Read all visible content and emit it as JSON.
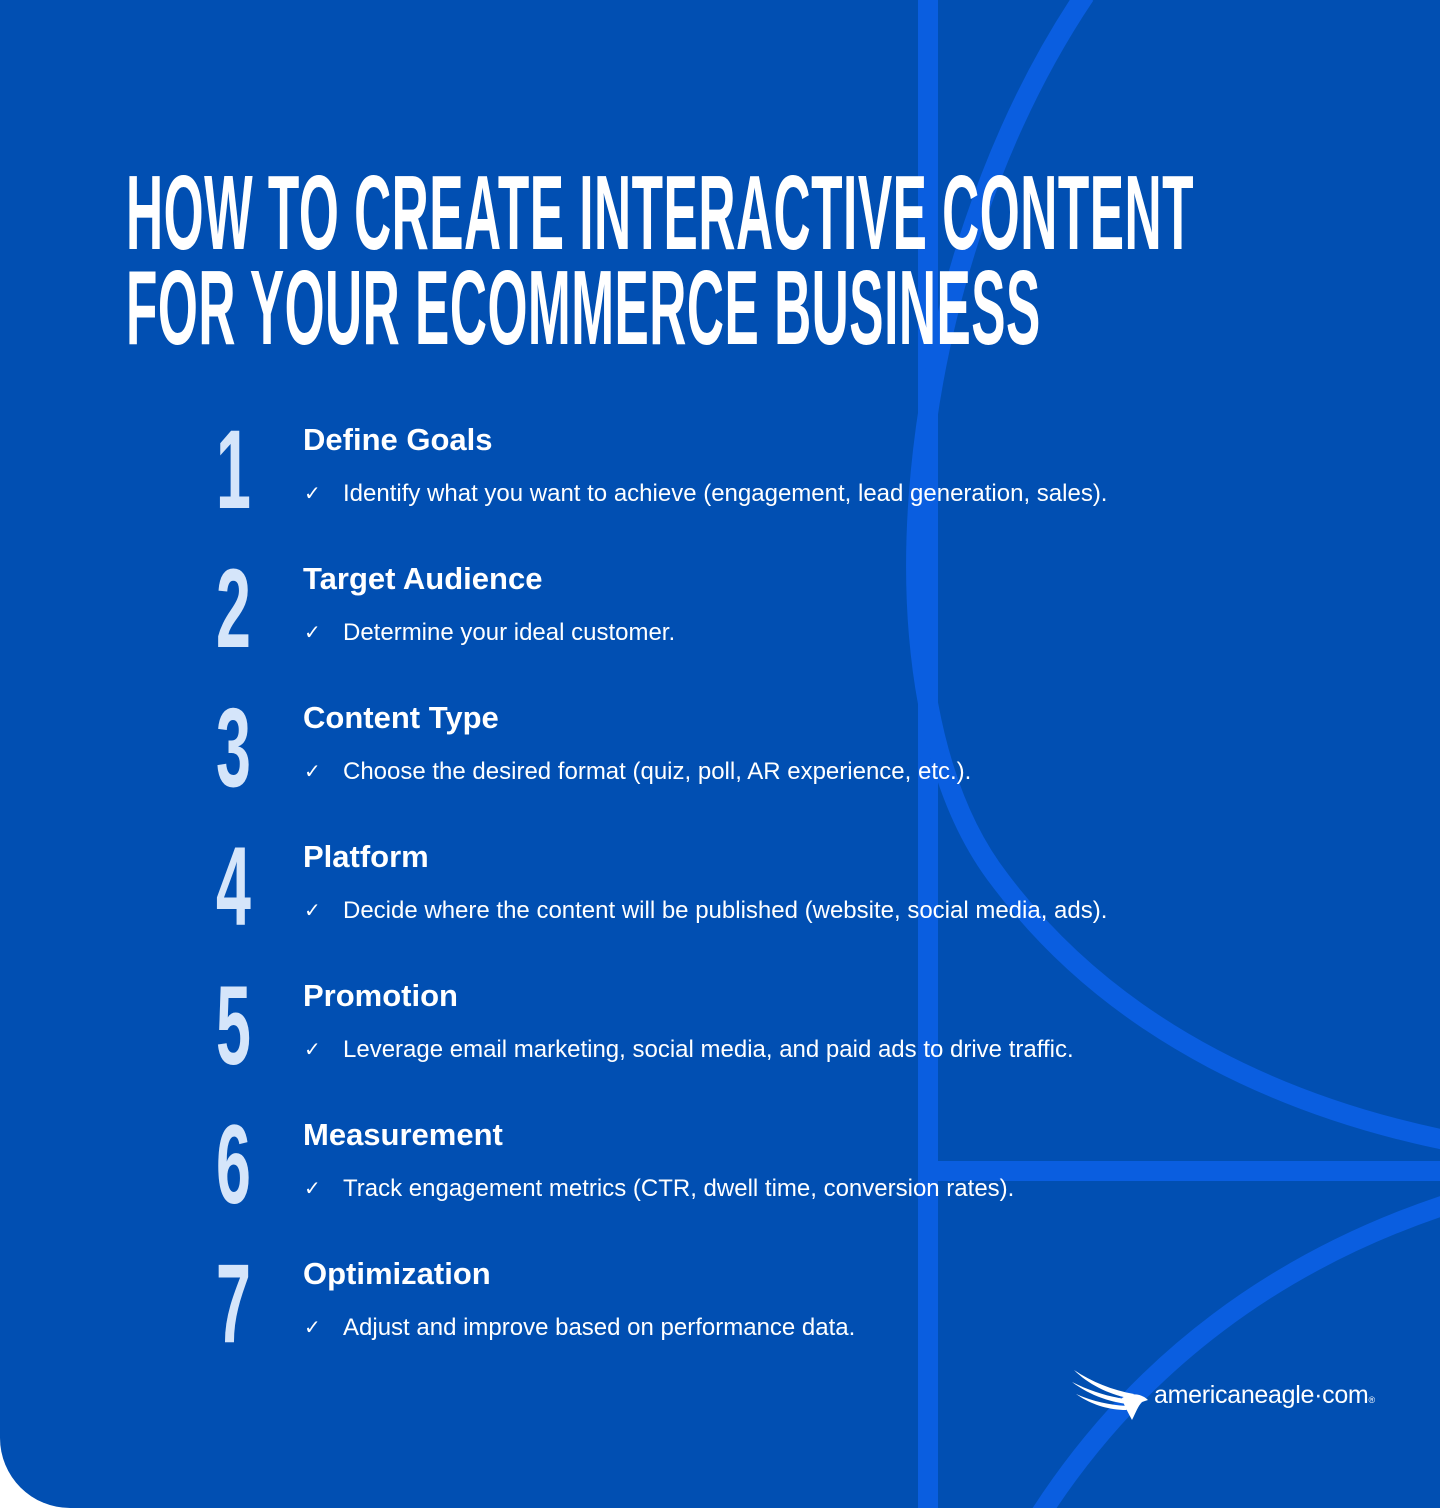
{
  "title": {
    "line1": "HOW TO CREATE INTERACTIVE CONTENT",
    "line2": "FOR YOUR ECOMMERCE BUSINESS"
  },
  "steps": [
    {
      "number": "1",
      "heading": "Define Goals",
      "text": "Identify what you want to achieve (engagement, lead generation, sales)."
    },
    {
      "number": "2",
      "heading": "Target Audience",
      "text": "Determine your ideal customer."
    },
    {
      "number": "3",
      "heading": "Content Type",
      "text": "Choose the desired format (quiz, poll, AR experience, etc.)."
    },
    {
      "number": "4",
      "heading": "Platform",
      "text": "Decide where the content will be published (website, social media, ads)."
    },
    {
      "number": "5",
      "heading": "Promotion",
      "text": "Leverage email marketing, social media, and paid ads to drive traffic."
    },
    {
      "number": "6",
      "heading": "Measurement",
      "text": "Track engagement metrics (CTR, dwell time, conversion rates)."
    },
    {
      "number": "7",
      "heading": "Optimization",
      "text": "Adjust and improve based on performance data."
    }
  ],
  "check_glyph": "✓",
  "logo": {
    "text": "americaneagle·com",
    "mark": "®"
  },
  "colors": {
    "background": "#014fb2",
    "accent_lines": "#0a5ee0",
    "numbers": "#d5e5fa"
  }
}
